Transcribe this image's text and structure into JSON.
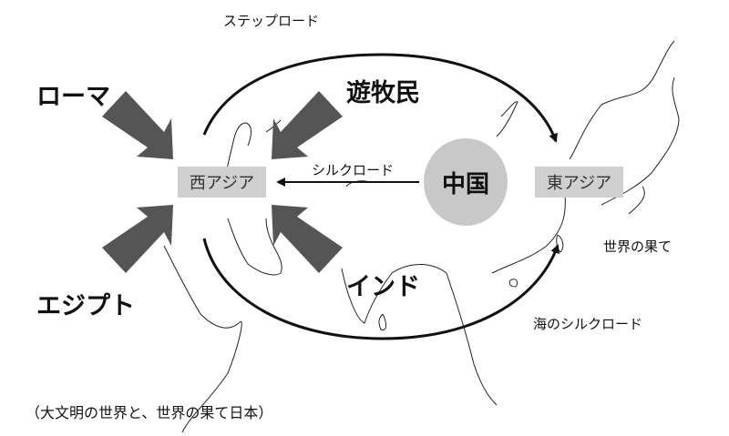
{
  "labels": {
    "steppe_road": "ステップロード",
    "rome": "ローマ",
    "nomads": "遊牧民",
    "egypt": "エジプト",
    "india": "インド",
    "west_asia": "西アジア",
    "east_asia": "東アジア",
    "china": "中国",
    "silk_road": "シルクロード",
    "edge_of_world": "世界の果て",
    "maritime_silk_road": "海のシルクロード",
    "caption": "（大文明の世界と、世界の果て日本）"
  },
  "colors": {
    "arrow": "#555555",
    "box": "#cfcfcf",
    "china": "#c8c8c8"
  }
}
